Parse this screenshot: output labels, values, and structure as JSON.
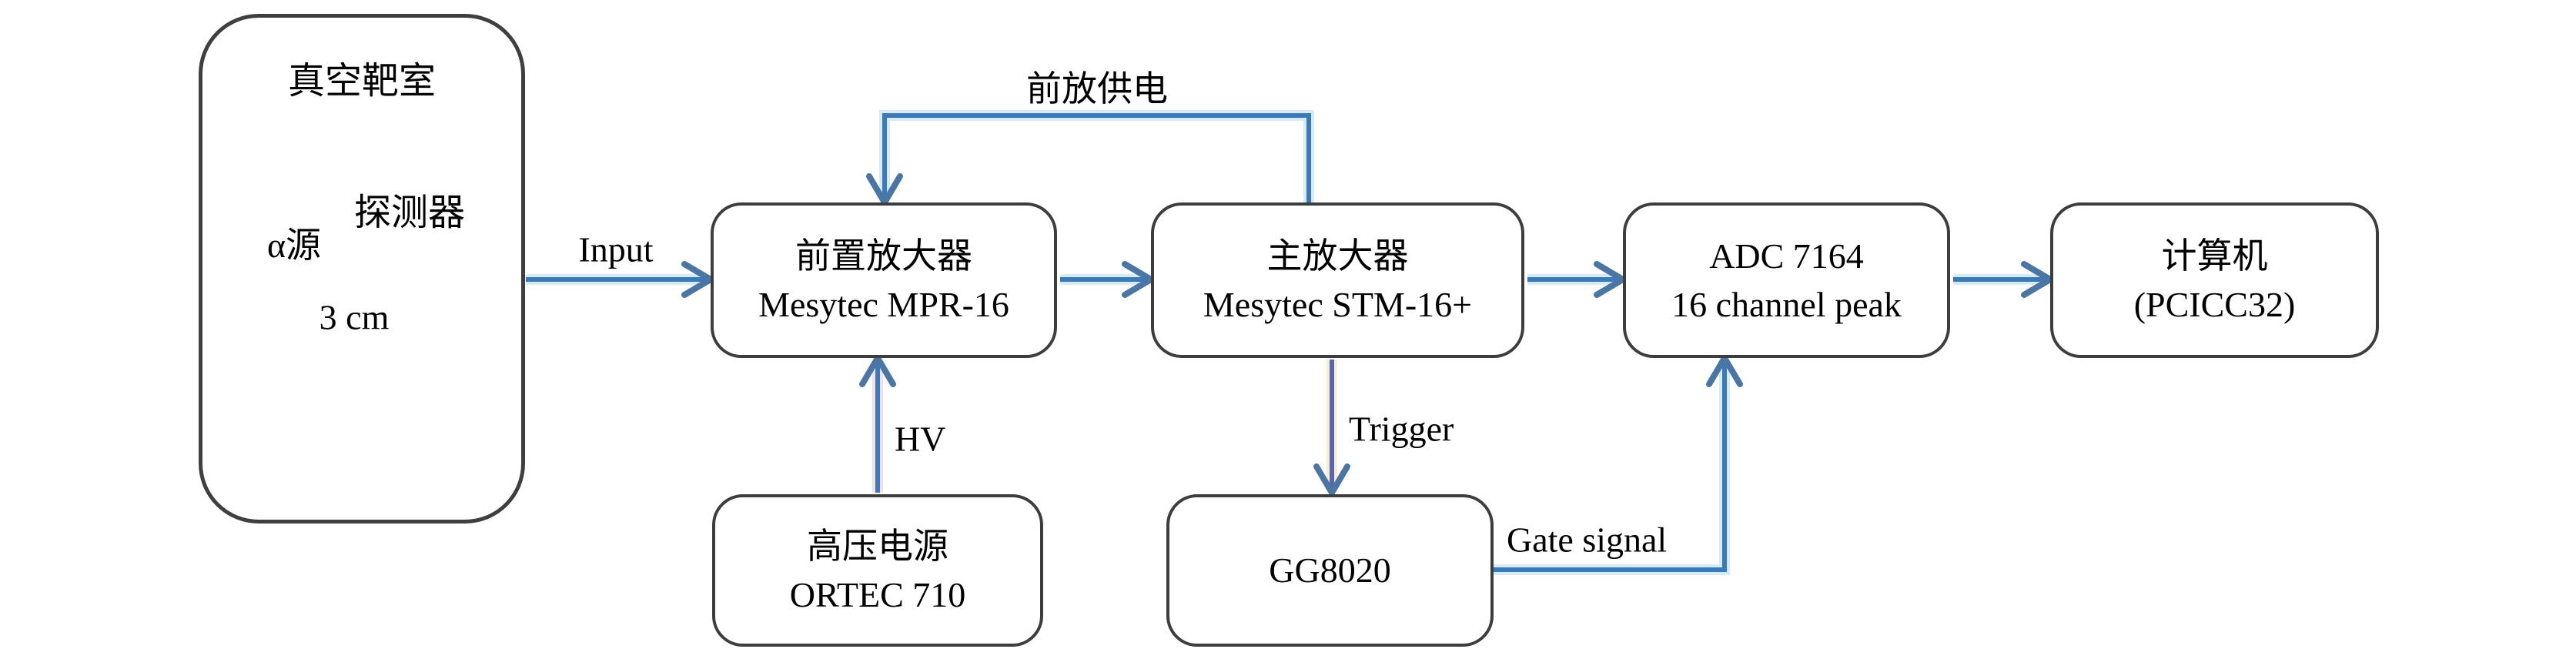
{
  "diagram": {
    "chamber": {
      "title": "真空靶室",
      "alpha_source_label": "α源",
      "detector_label": "探测器",
      "distance_label": "3 cm"
    },
    "boxes": {
      "preamp": {
        "line1": "前置放大器",
        "line2": "Mesytec MPR-16"
      },
      "main_amp": {
        "line1": "主放大器",
        "line2": "Mesytec STM-16+"
      },
      "adc": {
        "line1": "ADC 7164",
        "line2": "16 channel peak"
      },
      "computer": {
        "line1": "计算机",
        "line2": "(PCICC32)"
      },
      "hv_supply": {
        "line1": "高压电源",
        "line2": "ORTEC 710"
      },
      "gate_generator": {
        "line1": "GG8020"
      }
    },
    "connections": {
      "input_label": "Input",
      "preamp_power_label": "前放供电",
      "hv_label": "HV",
      "trigger_label": "Trigger",
      "gate_label": "Gate signal"
    },
    "colors": {
      "arrow": "#3c79b8",
      "arrow_halo": "#d6ebf8",
      "arrow_head": "#4b76a4",
      "trigger_line": "#5c63b0",
      "trigger_halo": "#f6f0d0",
      "hv_halo": "#f3dfe8",
      "box_border": "#3d3d3d",
      "rod_fill": "#f6ddc2",
      "black": "#000000"
    }
  }
}
